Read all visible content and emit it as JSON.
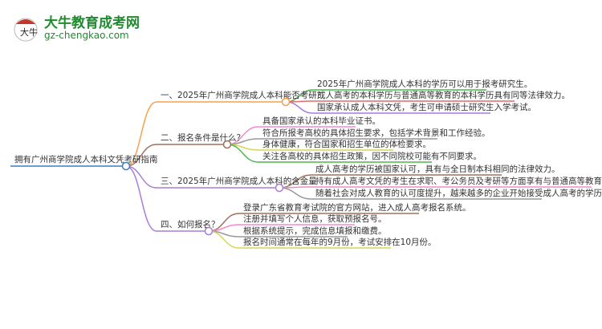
{
  "logo": {
    "brand": "大牛教育成考网",
    "domain": "gz-chengkao.com",
    "mark": "大牛"
  },
  "root": {
    "label": "拥有广州商学院成人本科文凭考研指南",
    "color": "#3b7fc4"
  },
  "branches": [
    {
      "label": "一、2025年广州商学院成人本科能否考研？",
      "color": "#f5a04a",
      "children": [
        {
          "label": "2025年广州商学院成人本科的学历可以用于报考研究生。",
          "color": "#4cb84c"
        },
        {
          "label": "成人高考的本科学历与普通高等教育的本科学历具有同等法律效力。",
          "color": "#e06c6c"
        },
        {
          "label": "国家承认成人本科文凭，考生可申请硕士研究生入学考试。",
          "color": "#a77dd6"
        }
      ]
    },
    {
      "label": "二、报名条件是什么？",
      "color": "#a0705a",
      "children": [
        {
          "label": "具备国家承认的本科毕业证书。",
          "color": "#f08ad0"
        },
        {
          "label": "符合所报考高校的具体招生要求，包括学术背景和工作经验。",
          "color": "#999999"
        },
        {
          "label": "身体健康，符合国家和招生单位的体检要求。",
          "color": "#d6d65a"
        },
        {
          "label": "关注各高校的具体招生政策，因不同院校可能有不同要求。",
          "color": "#4cb84c"
        }
      ]
    },
    {
      "label": "三、2025年广州商学院成人本科的含金量",
      "color": "#a77dd6",
      "children": [
        {
          "label": "成人高考的学历被国家认可，具有与全日制本科相同的法律效力。",
          "color": "#a0705a"
        },
        {
          "label": "持有成人高考文凭的考生在求职、考公务员及考研等方面享有与普通高等教育毕业生相同的机会。",
          "color": "#f08ad0"
        },
        {
          "label": "随着社会对成人教育的认可度提升，越来越多的企业开始接受成人高考的学历。",
          "color": "#999999"
        }
      ]
    },
    {
      "label": "四、如何报名？",
      "color": "#a77dd6",
      "children": [
        {
          "label": "登录广东省教育考试院的官方网站，进入成人高考报名系统。",
          "color": "#a0705a"
        },
        {
          "label": "注册并填写个人信息，获取预报名号。",
          "color": "#f08ad0"
        },
        {
          "label": "根据系统提示，完成信息填报和缴费。",
          "color": "#999999"
        },
        {
          "label": "报名时间通常在每年的9月份，考试安排在10月份。",
          "color": "#d6d65a"
        }
      ]
    }
  ]
}
